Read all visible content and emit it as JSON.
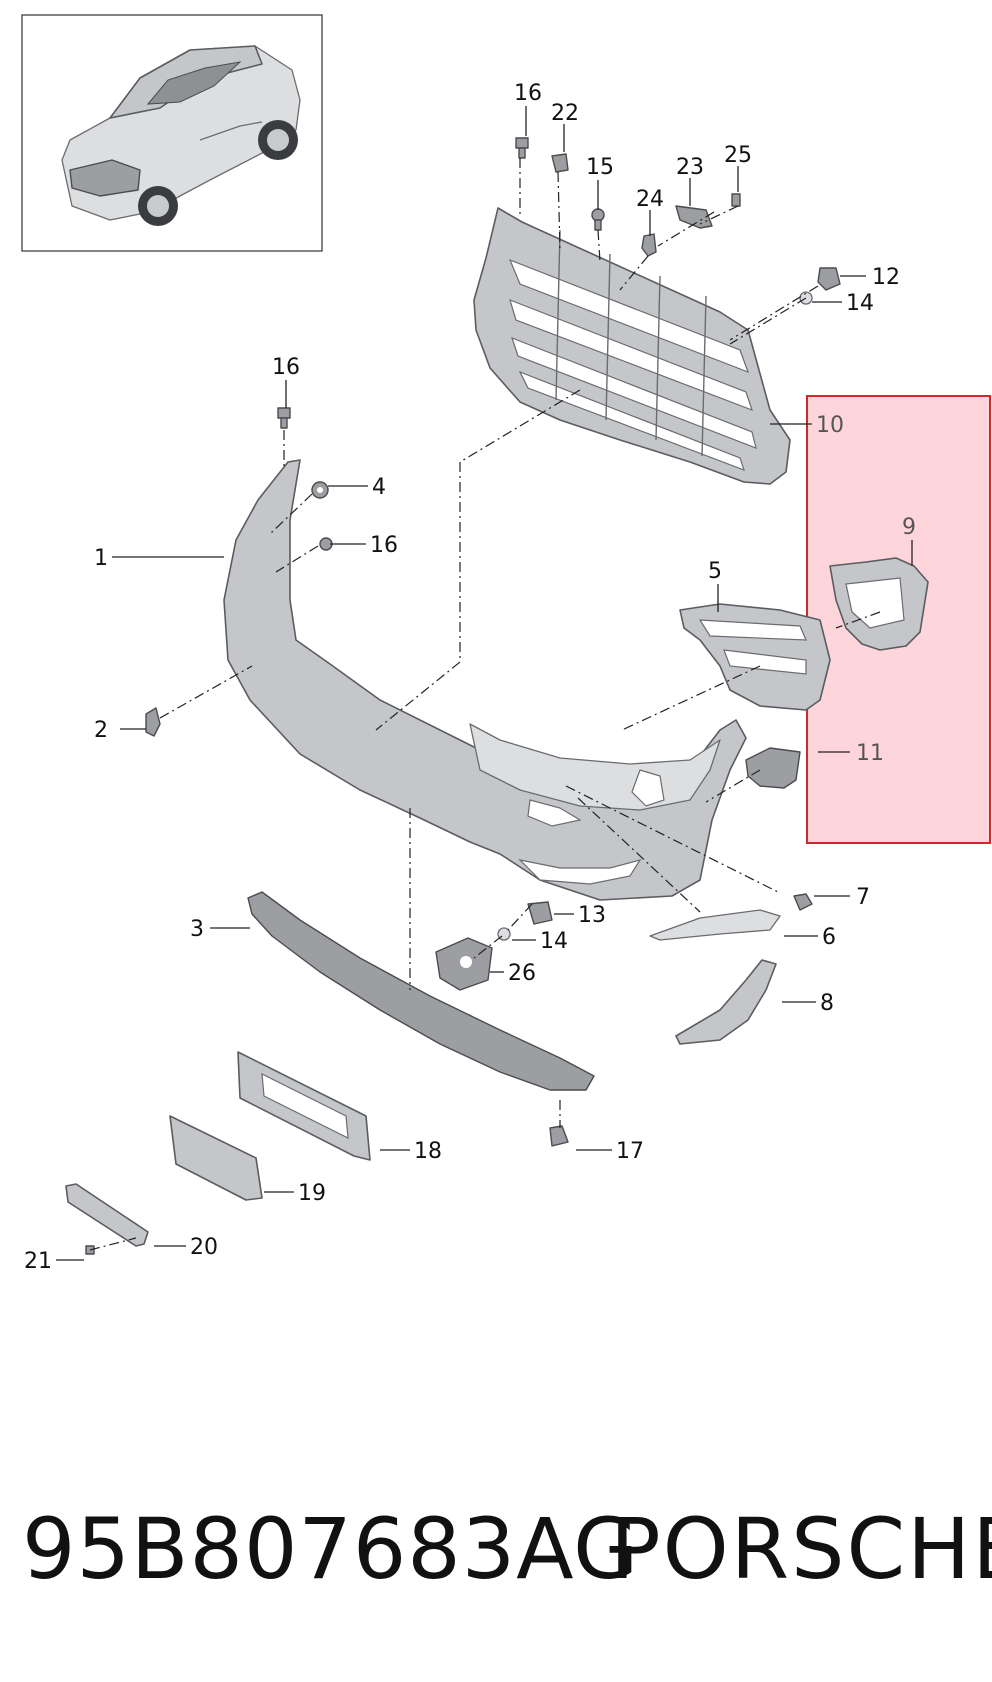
{
  "callouts": {
    "c1": "1",
    "c2": "2",
    "c3": "3",
    "c4": "4",
    "c5": "5",
    "c6": "6",
    "c7": "7",
    "c8": "8",
    "c9": "9",
    "c10": "10",
    "c11": "11",
    "c12": "12",
    "c13": "13",
    "c14a": "14",
    "c14b": "14",
    "c15": "15",
    "c16a": "16",
    "c16b": "16",
    "c16c": "16",
    "c17": "17",
    "c18": "18",
    "c19": "19",
    "c20": "20",
    "c21": "21",
    "c22": "22",
    "c23": "23",
    "c24": "24",
    "c25": "25",
    "c26": "26"
  },
  "highlight": {
    "color": "#ff000033",
    "border": "#cc2b2b",
    "target_part": "9"
  },
  "colors": {
    "part": "#c4c6c9",
    "outline": "#5a5c60",
    "text": "#111111"
  },
  "footer": {
    "part_number": "95B807683AG",
    "brand": "PORSCHE"
  }
}
